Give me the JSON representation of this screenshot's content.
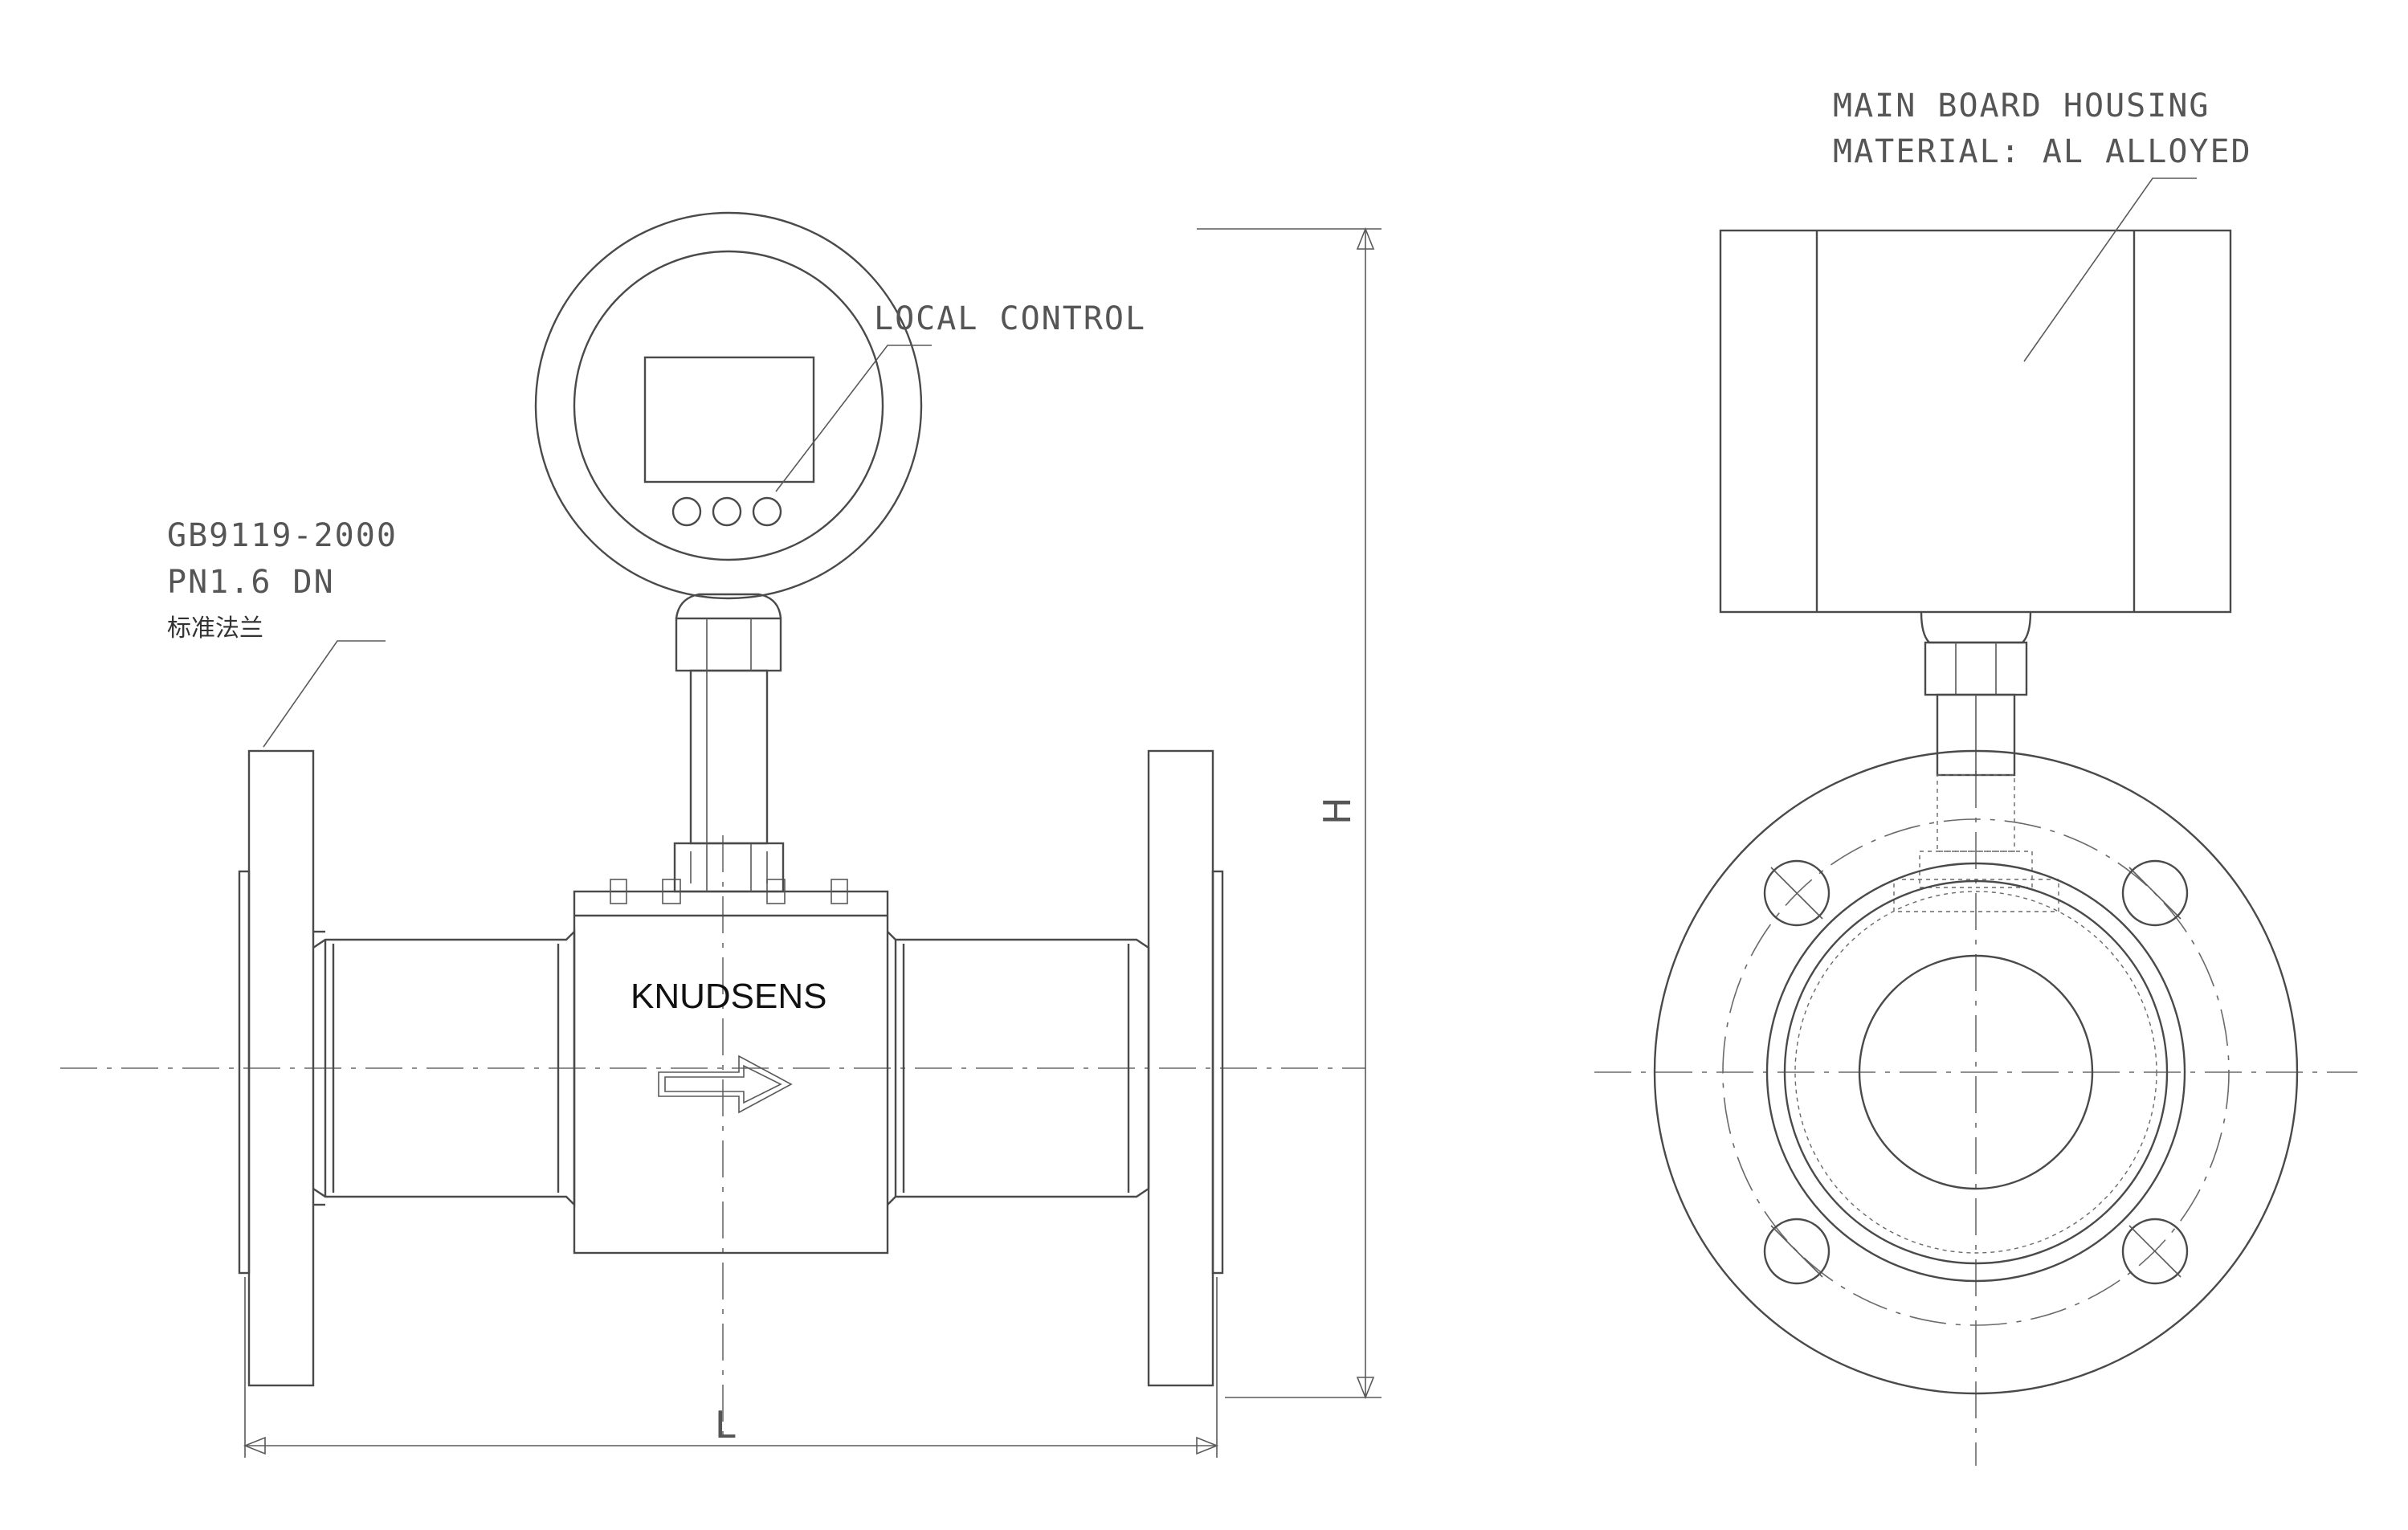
{
  "labels": {
    "flange_std_1": "GB9119-2000",
    "flange_std_2": "PN1.6 DN",
    "flange_std_3": "标准法兰",
    "local_control": "LOCAL CONTROL",
    "housing_1": "MAIN BOARD HOUSING",
    "housing_2": "MATERIAL: AL ALLOYED",
    "brand": "KNUDSENS",
    "dim_height": "H",
    "dim_length": "L"
  }
}
